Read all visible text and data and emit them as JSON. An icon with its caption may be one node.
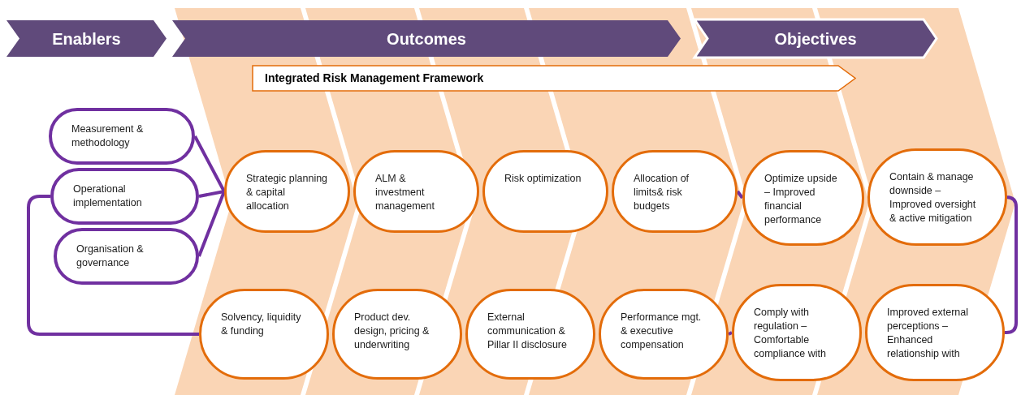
{
  "diagram": {
    "nodes": [
      {
        "text": [
          "Enablers"
        ]
      },
      {
        "text": [
          "Outcomes"
        ]
      },
      {
        "text": [
          "Objectives"
        ]
      },
      {
        "text": [
          "Integrated Risk Management Framework"
        ]
      },
      {
        "text": [
          "Measurement & methodology"
        ]
      },
      {
        "text": [
          "Operational implementation"
        ]
      },
      {
        "text": [
          "Organisation & governance"
        ]
      },
      {
        "text": [
          "Strategic planning & capital allocation"
        ]
      },
      {
        "text": [
          "ALM & investment management"
        ]
      },
      {
        "text": [
          "Risk optimization"
        ]
      },
      {
        "text": [
          "Allocation of limits& risk budgets"
        ]
      },
      {
        "text": [
          "Optimize upside – Improved financial performance"
        ]
      },
      {
        "text": [
          "Contain & manage downside – Improved oversight & active mitigation"
        ]
      },
      {
        "text": [
          "Solvency, liquidity & funding"
        ]
      },
      {
        "text": [
          "Product dev. design, pricing & underwriting"
        ]
      },
      {
        "text": [
          "External communication & Pillar II disclosure"
        ]
      },
      {
        "text": [
          "Performance mgt. & executive compensation"
        ]
      },
      {
        "text": [
          "Comply with regulation – Comfortable compliance with"
        ]
      },
      {
        "text": [
          "Improved external perceptions – Enhanced relationship with"
        ]
      }
    ],
    "edges": [
      {
        "from": 4,
        "to": 7,
        "arrow": "none"
      },
      {
        "from": 5,
        "to": 7,
        "arrow": "none"
      },
      {
        "from": 6,
        "to": 7,
        "arrow": "none"
      },
      {
        "from": 5,
        "to": 13,
        "arrow": "none"
      },
      {
        "from": 10,
        "to": 11,
        "arrow": "none"
      },
      {
        "from": 16,
        "to": 17,
        "arrow": "none"
      },
      {
        "from": 12,
        "to": 18,
        "arrow": "none"
      }
    ]
  }
}
